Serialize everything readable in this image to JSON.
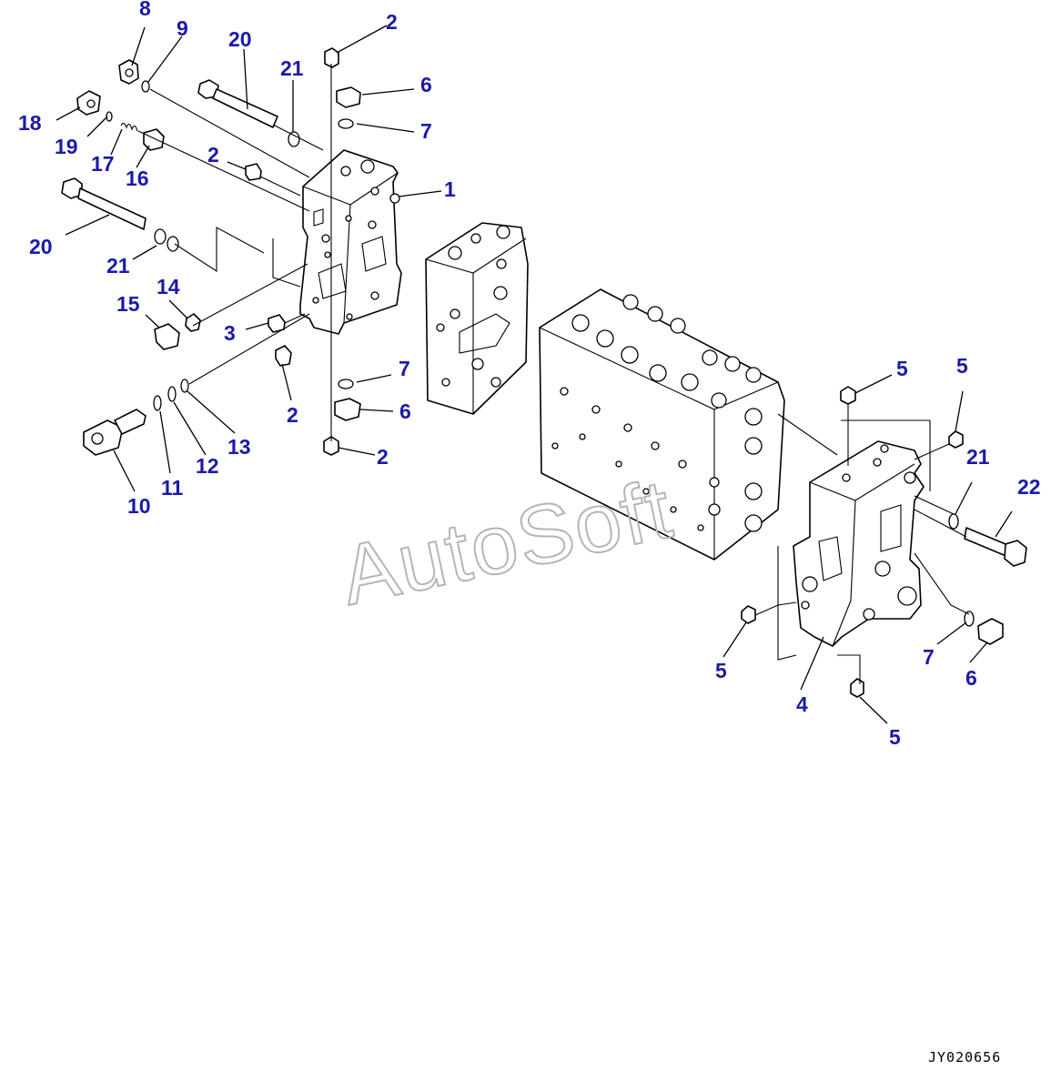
{
  "diagram": {
    "watermark": "AutoSoft",
    "drawing_number": "JY020656",
    "callouts": [
      "1",
      "2",
      "2",
      "2",
      "2",
      "3",
      "4",
      "5",
      "5",
      "5",
      "5",
      "6",
      "6",
      "6",
      "7",
      "7",
      "7",
      "8",
      "9",
      "10",
      "11",
      "12",
      "13",
      "14",
      "15",
      "16",
      "17",
      "18",
      "19",
      "20",
      "20",
      "21",
      "21",
      "21",
      "22"
    ]
  }
}
